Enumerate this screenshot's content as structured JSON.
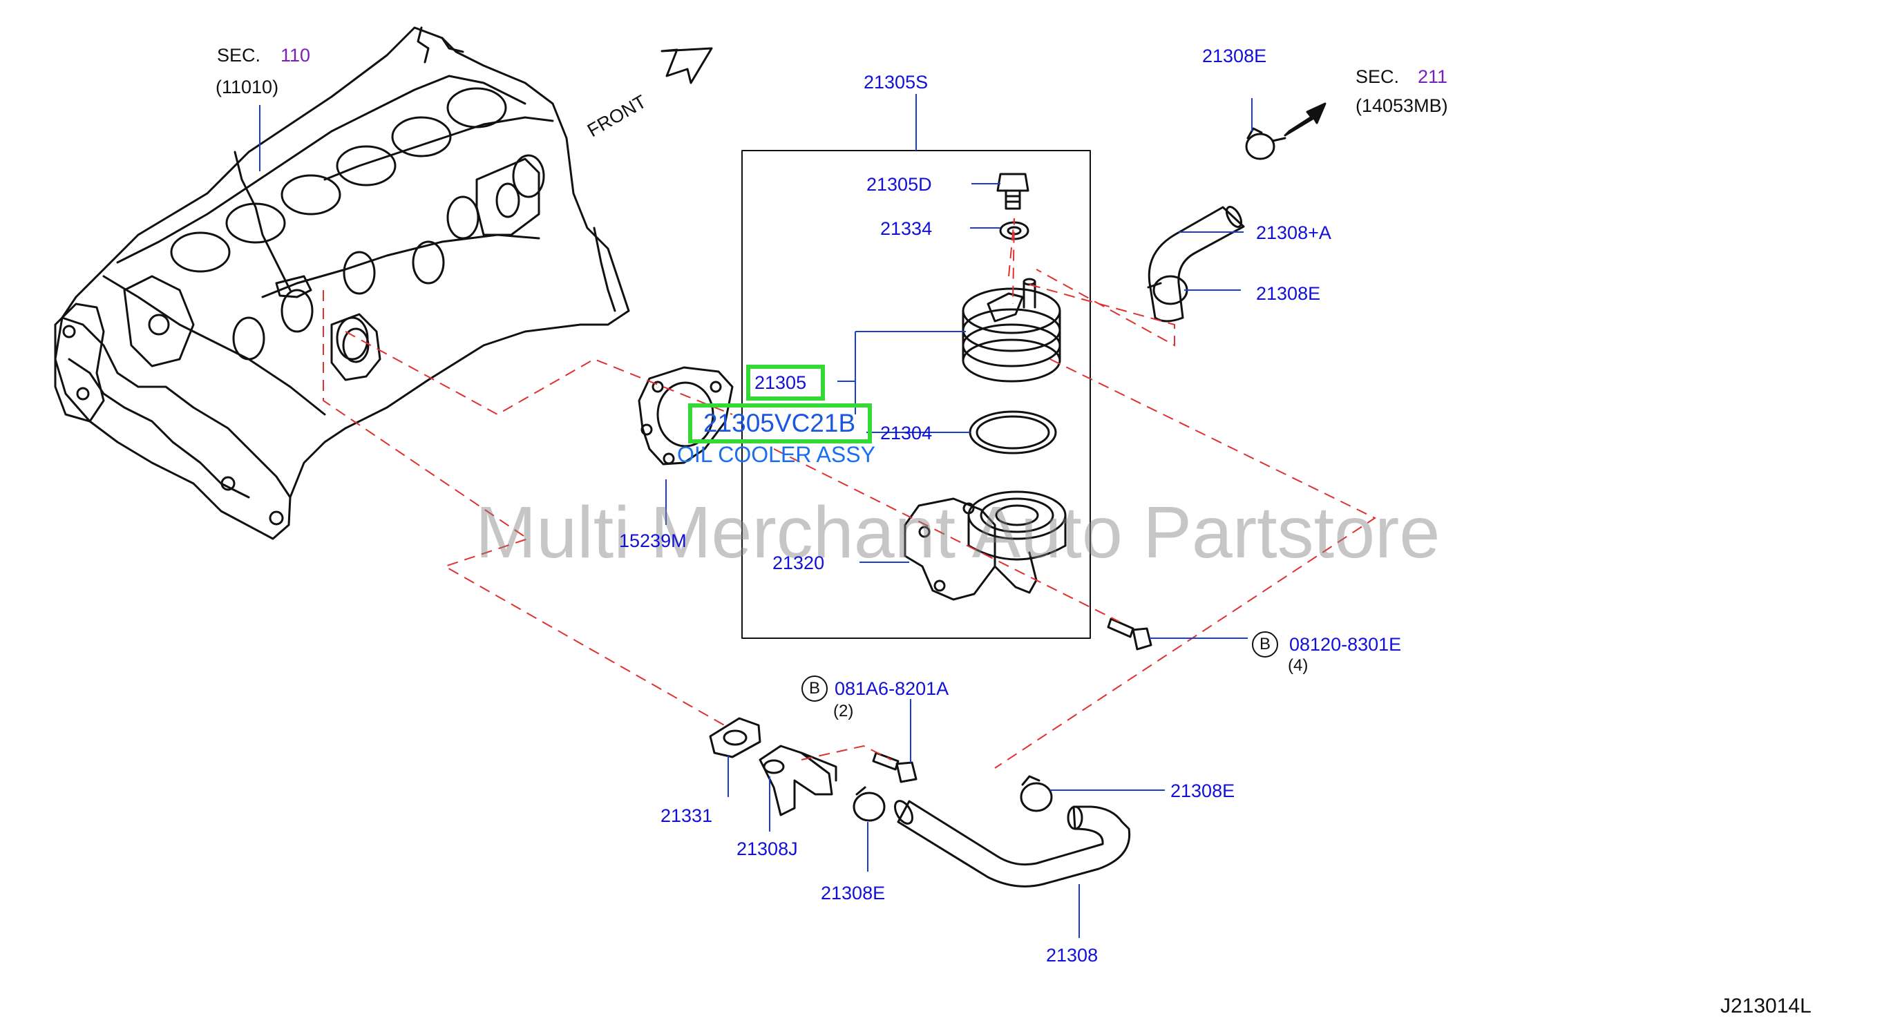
{
  "diagram_id": "J213014L",
  "watermark": "Multi Merchant Auto Partstore",
  "front_label": "FRONT",
  "sec_refs": [
    {
      "prefix": "SEC.",
      "number": "110",
      "part": "(11010)"
    },
    {
      "prefix": "SEC.",
      "number": "211",
      "part": "(14053MB)"
    }
  ],
  "callouts": [
    "21305S",
    "21305D",
    "21334",
    "21305",
    "21304",
    "21320",
    "15239M",
    "21308E",
    "21308+A",
    "21308E",
    "21308E",
    "21308E",
    "21308",
    "21308J",
    "21331"
  ],
  "bolt_refs": [
    {
      "symbol": "B",
      "part": "081A6-8201A",
      "qty": "(2)"
    },
    {
      "symbol": "B",
      "part": "08120-8301E",
      "qty": "(4)"
    }
  ],
  "highlight": {
    "part_no": "21305VC21B",
    "name": "OIL COOLER ASSY",
    "color": "#35d935"
  },
  "colors": {
    "label": "#1010d8",
    "leader": "#1a3fd0",
    "dashed": "#e03030",
    "line": "#111111",
    "section": "#7a1fbf"
  }
}
